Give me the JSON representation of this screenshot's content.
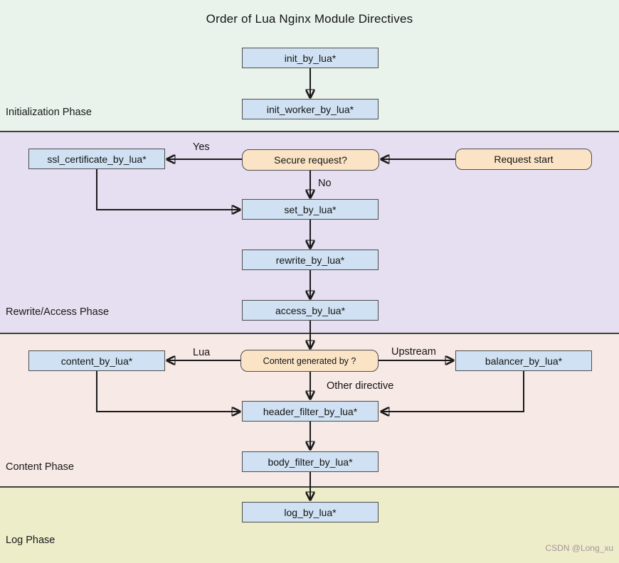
{
  "title": "Order of Lua Nginx Module Directives",
  "watermark": "CSDN @Long_xu",
  "colors": {
    "band_initialization": "#e9f3eb",
    "band_rewrite_access": "#e6dff1",
    "band_content": "#f6e9e6",
    "band_log": "#ededca",
    "node_directive_fill": "#cfe1f2",
    "node_decision_fill": "#fbe4c6",
    "node_border": "#4d4d4d",
    "arrow": "#1a1a1a"
  },
  "phases": [
    {
      "label": "Initialization Phase"
    },
    {
      "label": "Rewrite/Access Phase"
    },
    {
      "label": "Content Phase"
    },
    {
      "label": "Log Phase"
    }
  ],
  "nodes": {
    "init_by_lua": {
      "label": "init_by_lua*",
      "type": "directive"
    },
    "init_worker_by_lua": {
      "label": "init_worker_by_lua*",
      "type": "directive"
    },
    "ssl_certificate_by_lua": {
      "label": "ssl_certificate_by_lua*",
      "type": "directive"
    },
    "secure_request": {
      "label": "Secure request?",
      "type": "decision"
    },
    "request_start": {
      "label": "Request start",
      "type": "start"
    },
    "set_by_lua": {
      "label": "set_by_lua*",
      "type": "directive"
    },
    "rewrite_by_lua": {
      "label": "rewrite_by_lua*",
      "type": "directive"
    },
    "access_by_lua": {
      "label": "access_by_lua*",
      "type": "directive"
    },
    "content_by_lua": {
      "label": "content_by_lua*",
      "type": "directive"
    },
    "content_generated_by": {
      "label": "Content generated by ?",
      "type": "decision"
    },
    "balancer_by_lua": {
      "label": "balancer_by_lua*",
      "type": "directive"
    },
    "header_filter_by_lua": {
      "label": "header_filter_by_lua*",
      "type": "directive"
    },
    "body_filter_by_lua": {
      "label": "body_filter_by_lua*",
      "type": "directive"
    },
    "log_by_lua": {
      "label": "log_by_lua*",
      "type": "directive"
    }
  },
  "edge_labels": {
    "yes": "Yes",
    "no": "No",
    "lua": "Lua",
    "upstream": "Upstream",
    "other_directive": "Other directive"
  }
}
